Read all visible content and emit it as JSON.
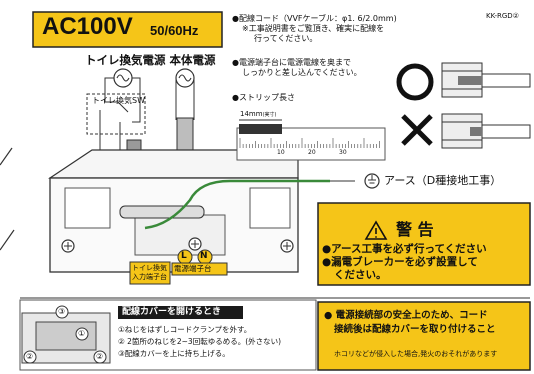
{
  "model_code": "KK-RGD②",
  "voltage_label": {
    "main": "AC100V",
    "freq": "50/60Hz"
  },
  "power_heading": "トイレ換気電源 本体電源",
  "switch_label": "トイレ換気SW",
  "notes": [
    {
      "bullet": "●",
      "lines": [
        "配線コード（VVFケーブル：φ1. 6/2.0mm)",
        "※工事説明書をご覧頂き、確実に配線を",
        "行ってください。"
      ]
    },
    {
      "bullet": "●",
      "lines": [
        "電源端子台に電源電線を奥まで",
        "しっかりと差し込んでください。"
      ]
    },
    {
      "bullet": "●",
      "lines": [
        "ストリップ長さ"
      ]
    }
  ],
  "ruler": {
    "length_label": "14mm",
    "length_note": "(実寸)",
    "ticks": [
      "10",
      "20",
      "30"
    ]
  },
  "good_mark": "〇",
  "bad_mark": "✕",
  "earth_label": "アース（D種接地工事）",
  "terminals": {
    "left": "L",
    "right": "N"
  },
  "terminal_labels": {
    "toilet": [
      "トイレ換気",
      "入力端子台"
    ],
    "power": "電源端子台"
  },
  "warning": {
    "title": "警 告",
    "items": [
      "●アース工事を必ず行ってください",
      "●漏電ブレーカーを必ず設置して",
      "ください。"
    ]
  },
  "cover": {
    "title": "配線カバーを開けるとき",
    "steps": [
      "①ねじをはずしコードクランプを外す。",
      "② 2箇所のねじを2~3回転ゆるめる。(外さない)",
      "③配線カバーを上に持ち上げる。"
    ],
    "callouts": [
      "①",
      "②",
      "②",
      "③"
    ]
  },
  "safety": {
    "lines": [
      "● 電源接続部の安全上のため、コード",
      "接続後は配線カバーを取り付けること"
    ],
    "note": "ホコリなどが侵入した場合,発火のおそれがあります"
  }
}
